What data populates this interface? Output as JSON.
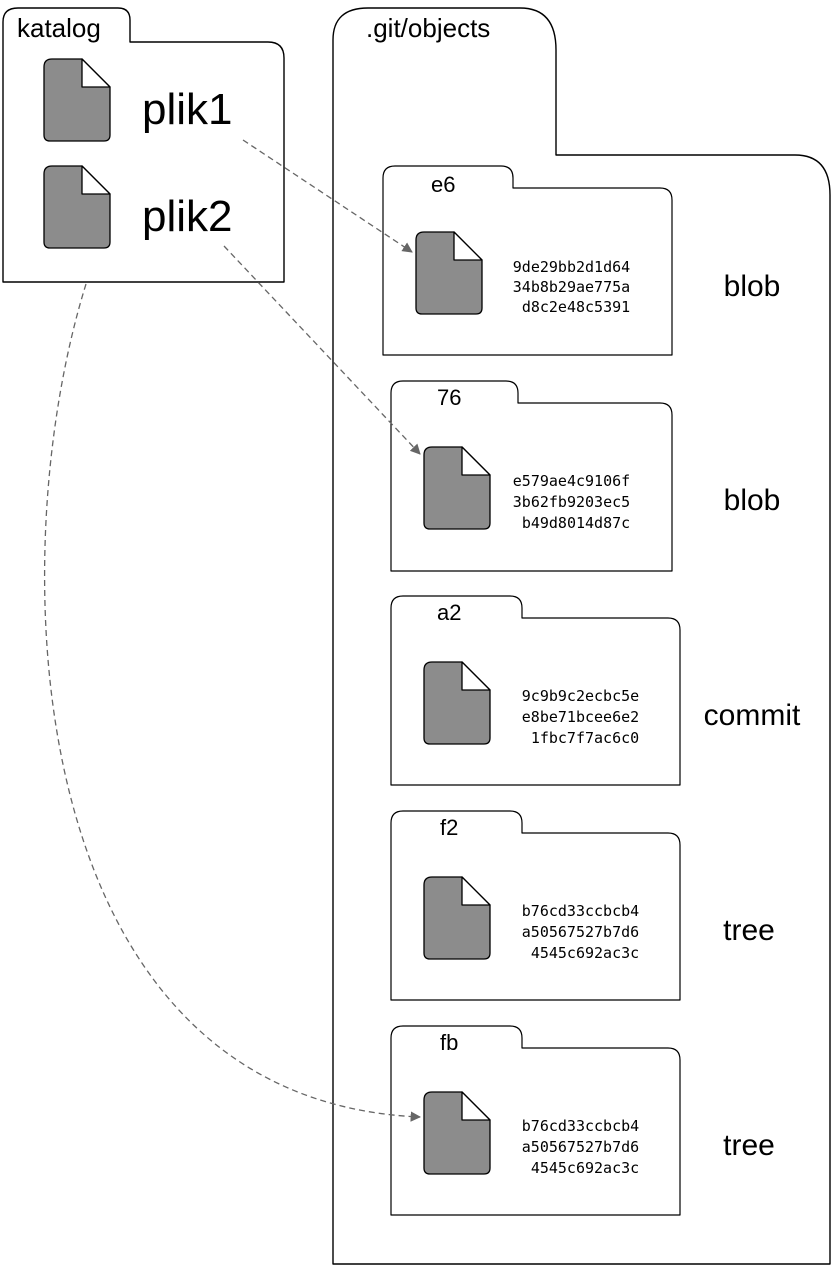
{
  "workdir": {
    "title": "katalog",
    "files": [
      "plik1",
      "plik2"
    ]
  },
  "objects_dir": {
    "title": ".git/objects",
    "folders": [
      {
        "name": "e6",
        "hash": [
          "9de29bb2d1d64",
          "34b8b29ae775a",
          "d8c2e48c5391"
        ],
        "type": "blob"
      },
      {
        "name": "76",
        "hash": [
          "e579ae4c9106f",
          "3b62fb9203ec5",
          "b49d8014d87c"
        ],
        "type": "blob"
      },
      {
        "name": "a2",
        "hash": [
          "9c9b9c2ecbc5e",
          "e8be71bcee6e2",
          "1fbc7f7ac6c0"
        ],
        "type": "commit"
      },
      {
        "name": "f2",
        "hash": [
          "b76cd33ccbcb4",
          "a50567527b7d6",
          "4545c692ac3c"
        ],
        "type": "tree"
      },
      {
        "name": "fb",
        "hash": [
          "b76cd33ccbcb4",
          "a50567527b7d6",
          "4545c692ac3c"
        ],
        "type": "tree"
      }
    ]
  },
  "colors": {
    "document_fill": "#8c8c8c",
    "arrow": "#666666",
    "outline": "#000000"
  },
  "links": [
    {
      "from": "plik1",
      "to": "e6"
    },
    {
      "from": "plik2",
      "to": "76"
    },
    {
      "from": "katalog",
      "to": "fb"
    }
  ]
}
